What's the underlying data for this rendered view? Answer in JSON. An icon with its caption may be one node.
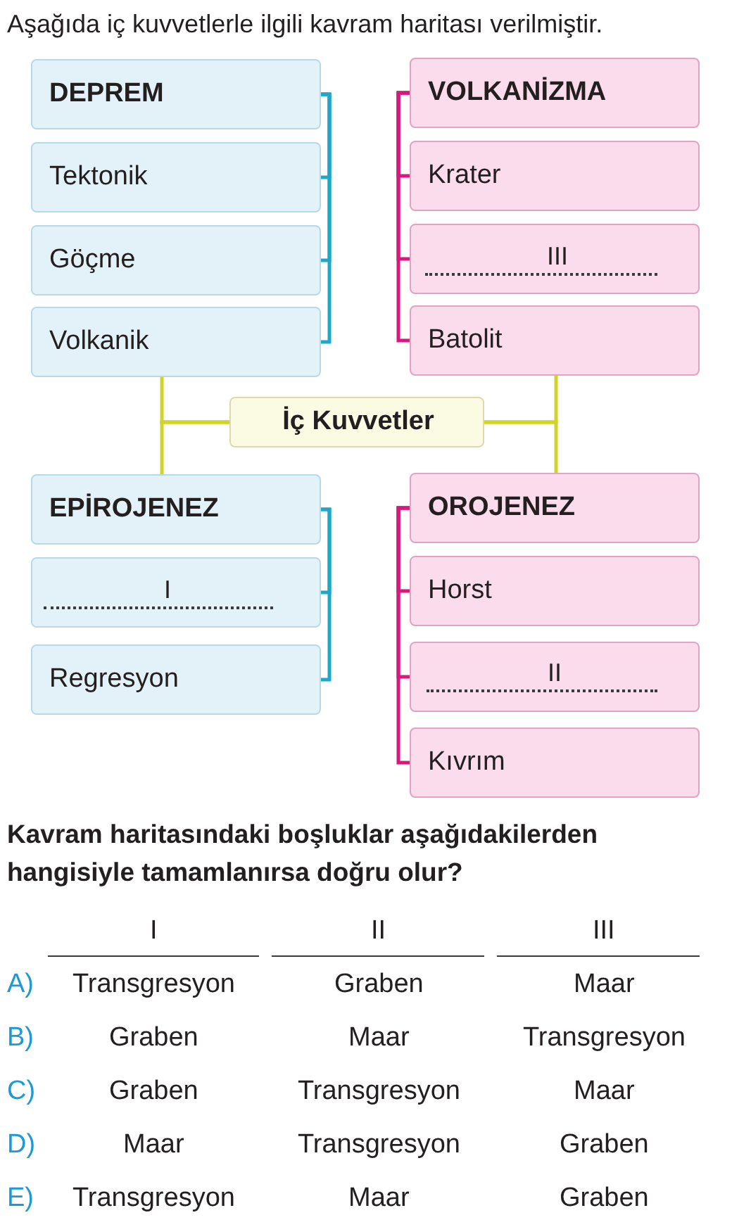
{
  "diagram": {
    "title": "Aşağıda iç kuvvetlerle ilgili kavram haritası verilmiştir.",
    "nodes": [
      {
        "text": [
          "DEPREM"
        ]
      },
      {
        "text": [
          "Tektonik"
        ]
      },
      {
        "text": [
          "Göçme"
        ]
      },
      {
        "text": [
          "Volkanik"
        ]
      },
      {
        "text": [
          "VOLKANİZMA"
        ]
      },
      {
        "text": [
          "Krater"
        ]
      },
      {
        "text": [
          "III"
        ]
      },
      {
        "text": [
          "Batolit"
        ]
      },
      {
        "text": [
          "İç Kuvvetler"
        ]
      },
      {
        "text": [
          "EPİROJENEZ"
        ]
      },
      {
        "text": [
          "I"
        ]
      },
      {
        "text": [
          "Regresyon"
        ]
      },
      {
        "text": [
          "OROJENEZ"
        ]
      },
      {
        "text": [
          "Horst"
        ]
      },
      {
        "text": [
          "II"
        ]
      },
      {
        "text": [
          "Kıvrım"
        ]
      }
    ],
    "edges": [
      {
        "from": 0,
        "to": 1,
        "arrow": "none",
        "color": "#1ea7c9"
      },
      {
        "from": 0,
        "to": 2,
        "arrow": "none",
        "color": "#1ea7c9"
      },
      {
        "from": 0,
        "to": 3,
        "arrow": "none",
        "color": "#1ea7c9"
      },
      {
        "from": 4,
        "to": 5,
        "arrow": "none",
        "color": "#d6197e"
      },
      {
        "from": 4,
        "to": 6,
        "arrow": "none",
        "color": "#d6197e"
      },
      {
        "from": 4,
        "to": 7,
        "arrow": "none",
        "color": "#d6197e"
      },
      {
        "from": 8,
        "to": 3,
        "arrow": "none",
        "color": "#d0d329"
      },
      {
        "from": 8,
        "to": 7,
        "arrow": "none",
        "color": "#d0d329"
      },
      {
        "from": 8,
        "to": 9,
        "arrow": "none",
        "color": "#d0d329"
      },
      {
        "from": 8,
        "to": 12,
        "arrow": "none",
        "color": "#d0d329"
      },
      {
        "from": 9,
        "to": 10,
        "arrow": "none",
        "color": "#1ea7c9"
      },
      {
        "from": 9,
        "to": 11,
        "arrow": "none",
        "color": "#1ea7c9"
      },
      {
        "from": 12,
        "to": 13,
        "arrow": "none",
        "color": "#d6197e"
      },
      {
        "from": 12,
        "to": 14,
        "arrow": "none",
        "color": "#d6197e"
      },
      {
        "from": 12,
        "to": 15,
        "arrow": "none",
        "color": "#d6197e"
      }
    ],
    "labels": [
      "Kavram haritasındaki boşluklar aşağıdakilerden hangisiyle tamamlanırsa doğru olur?",
      "I",
      "II",
      "III",
      "A)",
      "Transgresyon",
      "Graben",
      "Maar",
      "B)",
      "Graben",
      "Maar",
      "Transgresyon",
      "C)",
      "Graben",
      "Transgresyon",
      "Maar",
      "D)",
      "Maar",
      "Transgresyon",
      "Graben",
      "E)",
      "Transgresyon",
      "Maar",
      "Graben"
    ]
  }
}
